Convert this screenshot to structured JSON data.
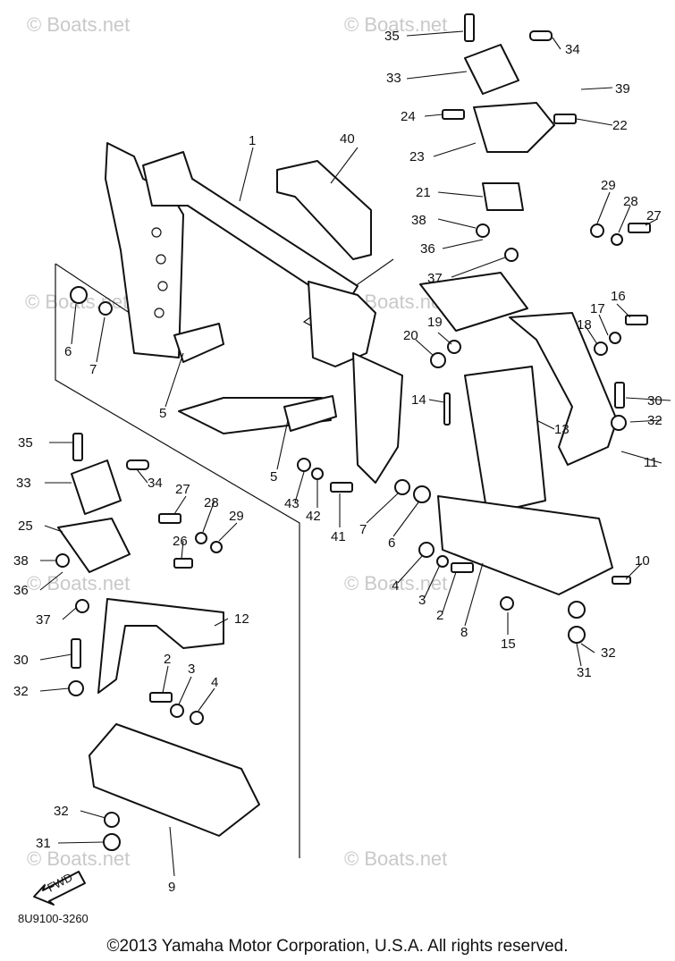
{
  "diagram": {
    "watermark": "© Boats.net",
    "drawing_code": "8U9100-3260",
    "fwd_label": "FWD",
    "callouts": {
      "n1": "1",
      "n2": "2",
      "n3": "3",
      "n4": "4",
      "n5": "5",
      "n6": "6",
      "n7": "7",
      "n8": "8",
      "n9": "9",
      "n10": "10",
      "n11": "11",
      "n12": "12",
      "n13": "13",
      "n14": "14",
      "n15": "15",
      "n16": "16",
      "n17": "17",
      "n18": "18",
      "n19": "19",
      "n20": "20",
      "n21": "21",
      "n22": "22",
      "n23": "23",
      "n24": "24",
      "n25": "25",
      "n26": "26",
      "n27": "27",
      "n28": "28",
      "n29": "29",
      "n30": "30",
      "n31": "31",
      "n32": "32",
      "n33": "33",
      "n34": "34",
      "n35": "35",
      "n36": "36",
      "n37": "37",
      "n38": "38",
      "n39": "39",
      "n40": "40",
      "n41": "41",
      "n42": "42",
      "n43": "43"
    }
  },
  "footer": {
    "copyright": "©2013 Yamaha Motor Corporation, U.S.A. All rights reserved."
  }
}
